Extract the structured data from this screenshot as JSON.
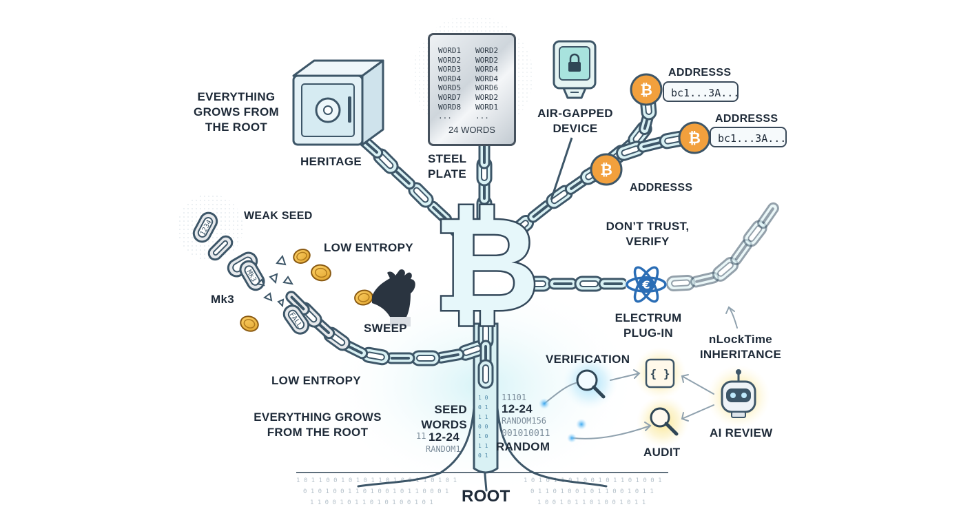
{
  "labels": {
    "grows_root_top": "EVERYTHING\nGROWS FROM\nTHE ROOT",
    "heritage": "HERITAGE",
    "steel_plate": "STEEL\nPLATE",
    "air_gapped": "AIR-GAPPED\nDEVICE",
    "address_1": "ADDRESSS",
    "address_2": "ADDRESSS",
    "address_3": "ADDRESSS",
    "weak_seed": "WEAK SEED",
    "low_entropy_top": "LOW ENTROPY",
    "mk3": "Mk3",
    "sweep": "SWEEP",
    "dont_trust": "DON’T TRUST,\nVERIFY",
    "electrum": "ELECTRUM\nPLUG-IN",
    "nlocktime": "nLockTime\nINHERITANCE",
    "verification": "VERIFICATION",
    "low_entropy_bottom": "LOW ENTROPY",
    "grows_root_bottom": "EVERYTHING GROWS\nFROM THE ROOT",
    "seed_words": "SEED\nWORDS",
    "seed_range": "12-24",
    "seed_random_small": "RANDOM1",
    "trunk_range": "12-24",
    "trunk_random_small": "RANDOM156",
    "trunk_random": "RANDOM",
    "binary_trunk_1": "11101",
    "binary_trunk_2": "001010011",
    "binary_left": "11",
    "audit": "AUDIT",
    "ai_review": "AI REVIEW",
    "root": "ROOT"
  },
  "address_pills": {
    "pill_1": "bc1...3A...",
    "pill_2": "bc1...3A..."
  },
  "steel_plate": {
    "words": [
      "WORD1",
      "WORD2",
      "WORD2",
      "WORD2",
      "WORD3",
      "WORD4",
      "WORD4",
      "WORD4",
      "WORD5",
      "WORD6",
      "WORD7",
      "WORD2",
      "WORD8",
      "WORD1",
      "...",
      "..."
    ],
    "count": "24 WORDS"
  },
  "chain_links": {
    "link_1234": "1234",
    "link_mk3": "Mk3",
    "link_fall": "FALL"
  },
  "code_glyph": "{ }",
  "electrum_glyph": "€",
  "colors": {
    "ink": "#1e2a38",
    "chain_fill": "#d9f1f4",
    "chain_stroke": "#3d5668",
    "bitcoin_orange": "#f2a03d",
    "electrum_blue": "#2a6db5",
    "glow_blue": "#8fd3f4",
    "glow_yellow": "#f7dc7a",
    "gray_chain": "#cdd3d8"
  },
  "icons": [
    "safe-icon",
    "steel-plate-icon",
    "hardware-wallet-icon",
    "bitcoin-coin-icon",
    "electrum-icon",
    "magnifier-icon",
    "code-braces-icon",
    "robot-icon",
    "hand-icon",
    "gold-coin-icon",
    "bitcoin-symbol-icon"
  ]
}
